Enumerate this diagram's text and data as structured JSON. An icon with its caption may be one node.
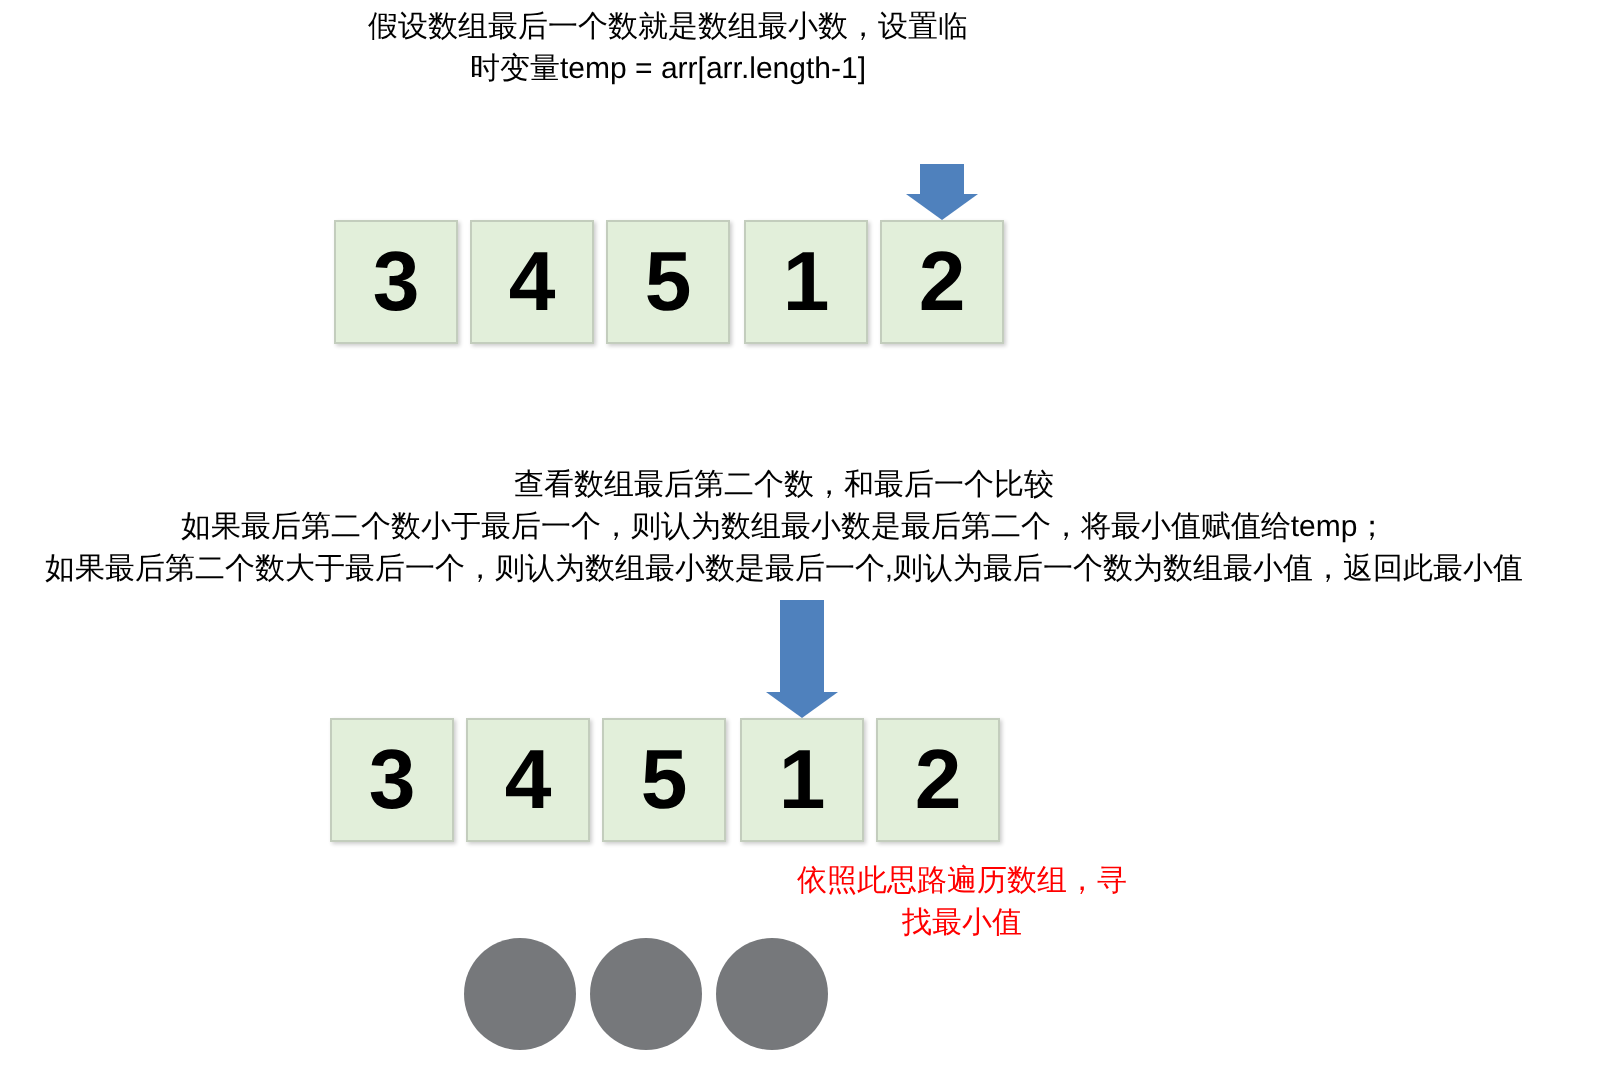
{
  "diagram": {
    "nodes": [
      {
        "text": [
          "3"
        ]
      },
      {
        "text": [
          "4"
        ]
      },
      {
        "text": [
          "5"
        ]
      },
      {
        "text": [
          "1"
        ]
      },
      {
        "text": [
          "2"
        ]
      },
      {
        "text": [
          "3"
        ]
      },
      {
        "text": [
          "4"
        ]
      },
      {
        "text": [
          "5"
        ]
      },
      {
        "text": [
          "1"
        ]
      },
      {
        "text": [
          "2"
        ]
      },
      {
        "text": [],
        "shape": "circle"
      },
      {
        "text": [],
        "shape": "circle"
      },
      {
        "text": [],
        "shape": "circle"
      }
    ],
    "edges": [
      {
        "from": null,
        "to": 4,
        "arrow": "to"
      },
      {
        "from": null,
        "to": 8,
        "arrow": "to"
      }
    ],
    "labels": [
      "假设数组最后一个数就是数组最小数，设置临时变量temp = arr[arr.length-1]",
      "查看数组最后第二个数，和最后一个比较",
      "如果最后第二个数小于最后一个，则认为数组最小数是最后第二个，将最小值赋值给temp；",
      "如果最后第二个数大于最后一个，则认为数组最小数是最后一个,则认为最后一个数为数组最小值，返回此最小值",
      "依照此思路遍历数组，寻找最小值"
    ]
  }
}
